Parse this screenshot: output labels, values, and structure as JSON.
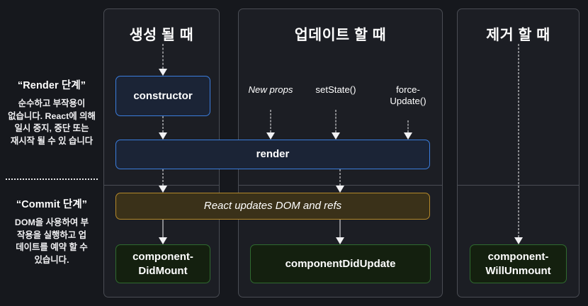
{
  "diagram": {
    "title_implicit": "React Component Lifecycle",
    "background_color": "#16181d"
  },
  "sidebar": {
    "phases": [
      {
        "key": "render",
        "title": "“Render 단계”",
        "description": "순수하고 부작용이 없습니다. React에 의해 일시 중지, 중단 또는 재시작 될 수 있 습니다"
      },
      {
        "key": "commit",
        "title": "“Commit 단계”",
        "description": "DOM을 사용하여 부 작용을 실행하고 업 데이트를 예약 할 수 있습니다."
      }
    ],
    "divider_style": "dotted"
  },
  "panels": [
    {
      "key": "mounting",
      "title": "생성 될 때"
    },
    {
      "key": "updating",
      "title": "업데이트 할 때"
    },
    {
      "key": "unmounting",
      "title": "제거 할 때"
    }
  ],
  "triggers": [
    {
      "key": "new-props",
      "label": "New props",
      "style": "italic"
    },
    {
      "key": "set-state",
      "label": "setState()",
      "style": "normal"
    },
    {
      "key": "force-update",
      "label": "force-\nUpdate()",
      "style": "normal"
    }
  ],
  "lifecycle_boxes": [
    {
      "key": "constructor",
      "label": "constructor",
      "color": "blue"
    },
    {
      "key": "render",
      "label": "render",
      "color": "blue"
    },
    {
      "key": "react-updates-dom",
      "label": "React updates DOM and refs",
      "color": "amber",
      "style": "italic"
    },
    {
      "key": "component-did-mount",
      "label": "component-\nDidMount",
      "color": "green"
    },
    {
      "key": "component-did-update",
      "label": "componentDidUpdate",
      "color": "green"
    },
    {
      "key": "component-will-unmount",
      "label": "component-\nWillUnmount",
      "color": "green"
    }
  ],
  "colors": {
    "background": "#16181d",
    "panel_background": "#1c1e24",
    "panel_border": "#4a4d54",
    "blue_border": "#3b7ddd",
    "blue_fill": "#1b2436",
    "amber_border": "#b5892a",
    "amber_fill": "#3a3119",
    "green_border": "#2f6b2f",
    "green_fill": "#14200f",
    "text": "#ffffff",
    "arrow": "#f2f2f4"
  }
}
